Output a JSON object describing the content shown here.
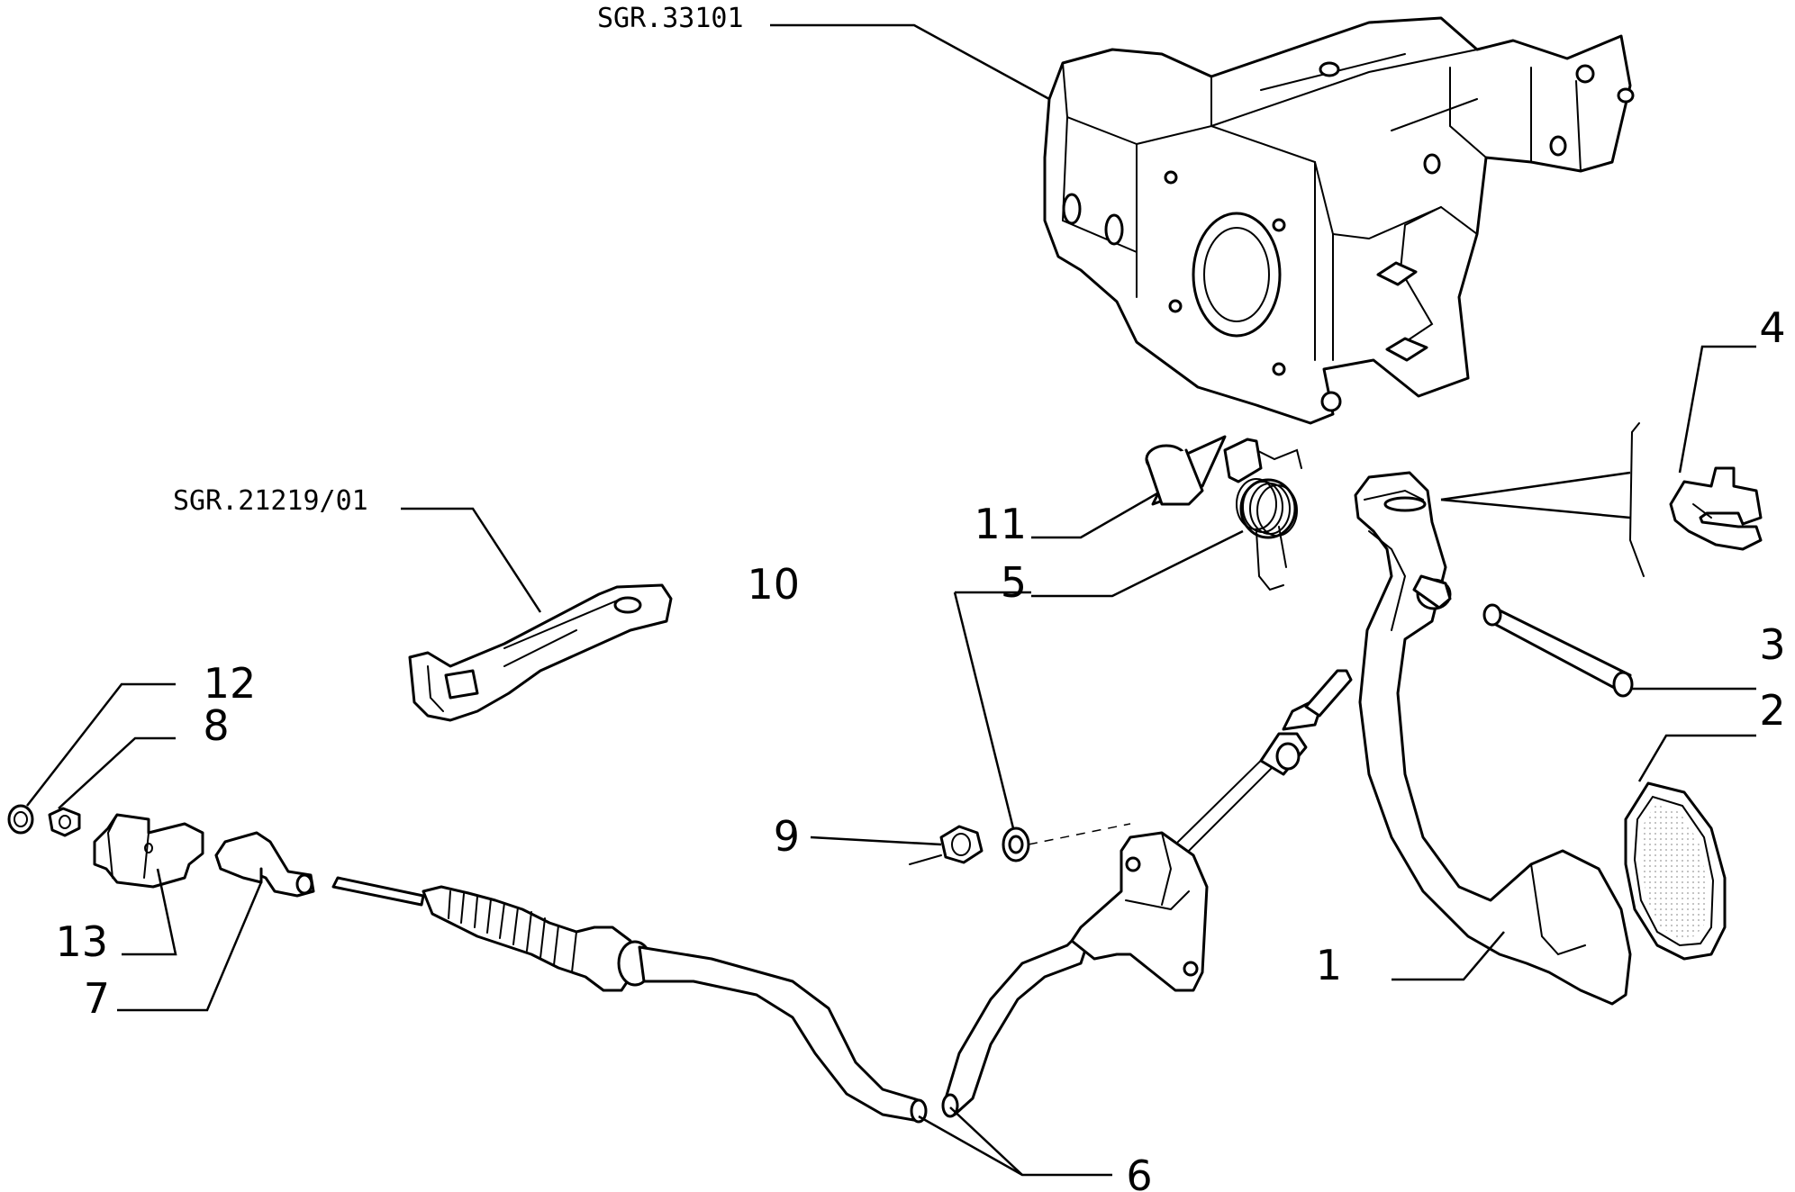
{
  "references": {
    "body_frame": "SGR.33101",
    "lever": "SGR.21219/01"
  },
  "callouts": [
    "1",
    "2",
    "3",
    "4",
    "5",
    "6",
    "7",
    "8",
    "9",
    "10",
    "11",
    "12",
    "13"
  ],
  "colors": {
    "line": "#000000",
    "background": "#ffffff",
    "pad_texture": "#999999"
  }
}
